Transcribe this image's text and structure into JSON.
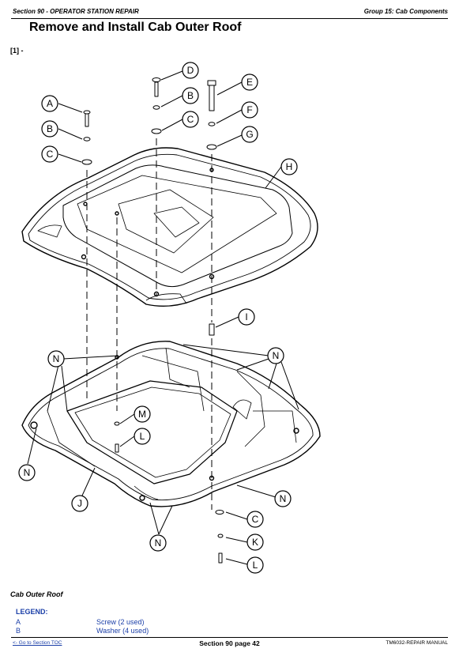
{
  "header": {
    "section": "Section 90 - OPERATOR STATION REPAIR",
    "group": "Group 15: Cab Components"
  },
  "title": "Remove and Install Cab Outer Roof",
  "reference": "[1] -",
  "figure": {
    "callouts": [
      "D",
      "A",
      "B",
      "B",
      "E",
      "C",
      "F",
      "C",
      "G",
      "H",
      "I",
      "N",
      "N",
      "M",
      "L",
      "N",
      "J",
      "N",
      "C",
      "N",
      "K",
      "L"
    ]
  },
  "caption": "Cab Outer Roof",
  "legend": {
    "title": "LEGEND:",
    "items": [
      {
        "letter": "A",
        "desc": "Screw (2 used)"
      },
      {
        "letter": "B",
        "desc": "Washer (4 used)"
      }
    ]
  },
  "footer": {
    "toc_link": "<- Go to Section TOC",
    "page": "Section 90 page 42",
    "manual": "TM6032-REPAIR MANUAL"
  },
  "colors": {
    "link": "#1b3fa8",
    "line": "#000000"
  }
}
